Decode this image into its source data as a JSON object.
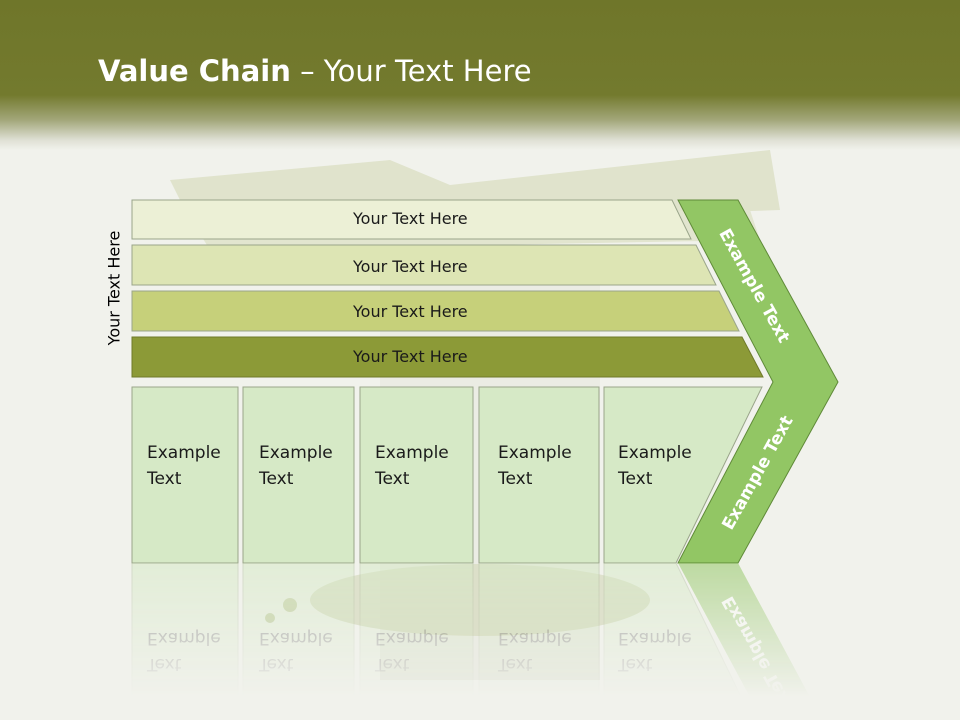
{
  "slide": {
    "title_bold": "Value Chain",
    "title_rest": " – Your Text Here",
    "vertical_label": "Your Text Here"
  },
  "rows": [
    {
      "label": "Your Text Here",
      "color": "#ecf0d6"
    },
    {
      "label": "Your Text Here",
      "color": "#dde5b4"
    },
    {
      "label": "Your Text Here",
      "color": "#c6d07a"
    },
    {
      "label": "Your Text Here",
      "color": "#8c9a37"
    }
  ],
  "boxes": [
    {
      "line1": "Example",
      "line2": "Text"
    },
    {
      "line1": "Example",
      "line2": "Text"
    },
    {
      "line1": "Example",
      "line2": "Text"
    },
    {
      "line1": "Example",
      "line2": "Text"
    },
    {
      "line1": "Example",
      "line2": "Text"
    }
  ],
  "chevron": {
    "upper_label": "Example Text",
    "lower_label": "Example Text",
    "color": "#92c664"
  },
  "colors": {
    "header": "#737a2e",
    "box_fill": "#d6e9c6",
    "box_stroke": "#9aa58a"
  }
}
